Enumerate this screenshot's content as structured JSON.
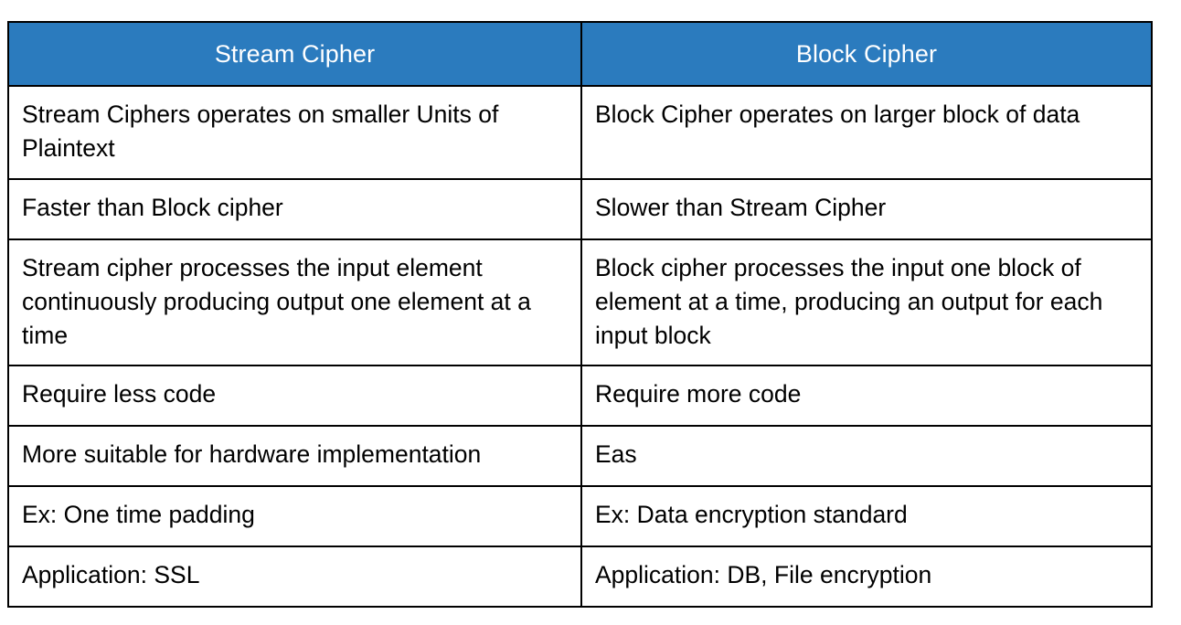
{
  "table": {
    "columns": [
      {
        "id": "stream",
        "header": "Stream Cipher"
      },
      {
        "id": "block",
        "header": "Block Cipher"
      }
    ],
    "header_background": "#2b7bbe",
    "header_text_color": "#ffffff",
    "border_color": "#000000",
    "body_background": "#ffffff",
    "body_text_color": "#000000",
    "rows": [
      {
        "stream": "Stream Ciphers operates on smaller Units of Plaintext",
        "block": "Block Cipher operates on larger block of data"
      },
      {
        "stream": "Faster than Block cipher",
        "block": "Slower than Stream Cipher"
      },
      {
        "stream": "Stream cipher processes the input element continuously producing output one element at a time",
        "block": "Block cipher processes the input one block of element at a time, producing an output for each input block"
      },
      {
        "stream": "Require less code",
        "block": "Require more code"
      },
      {
        "stream": "More suitable for hardware implementation",
        "block": "Eas"
      },
      {
        "stream": "Ex: One time padding",
        "block": "Ex: Data encryption standard"
      },
      {
        "stream": "Application: SSL",
        "block": "Application: DB, File encryption"
      }
    ]
  }
}
